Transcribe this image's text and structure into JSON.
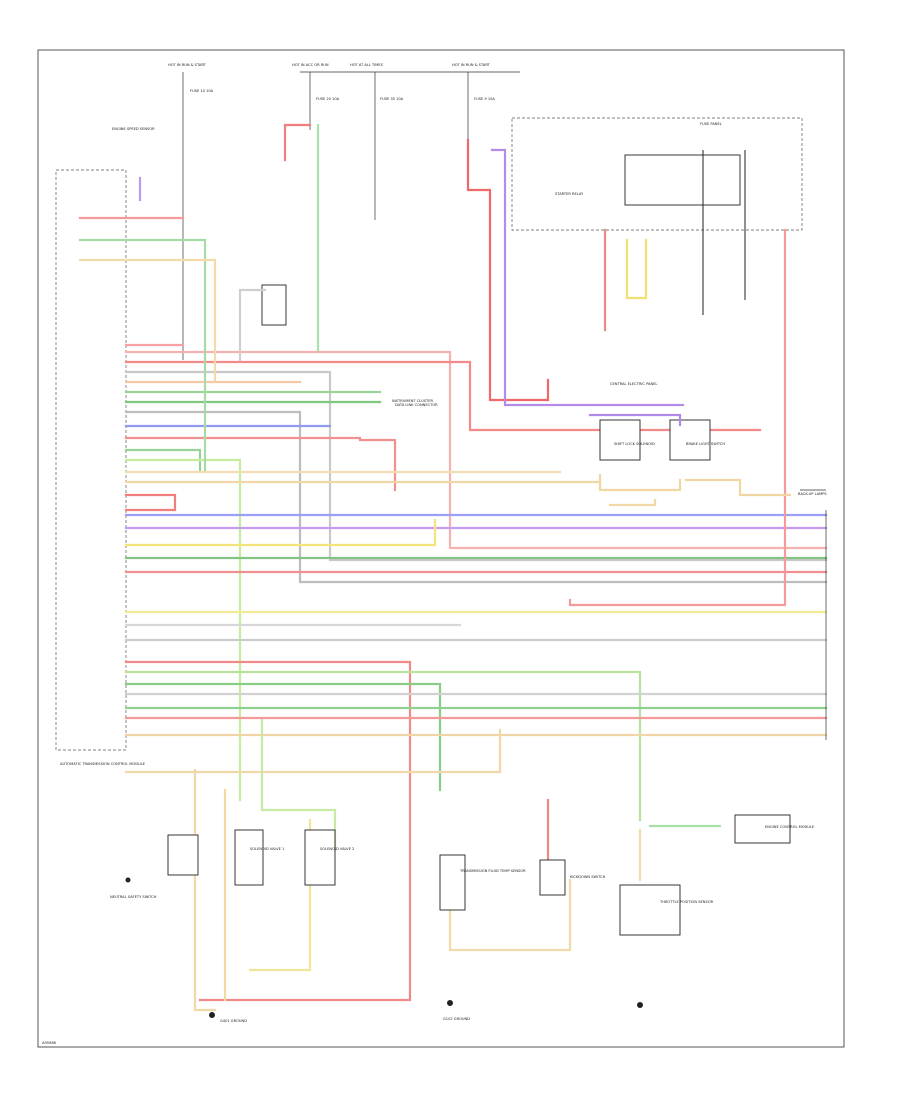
{
  "diagram": {
    "footer_code": "A95986",
    "labels": {
      "hot_top": [
        {
          "id": "hot1",
          "text": "HOT IN RUN & START"
        },
        {
          "id": "hot2",
          "text": "HOT IN ACC OR RUN"
        },
        {
          "id": "hot3",
          "text": "HOT AT ALL TIMES"
        },
        {
          "id": "hot4",
          "text": "HOT IN RUN & START"
        }
      ],
      "fuses": [
        {
          "id": "f1",
          "text": "FUSE 10 10A"
        },
        {
          "id": "f2",
          "text": "FUSE 20 10A"
        },
        {
          "id": "f3",
          "text": "FUSE 35 10A"
        },
        {
          "id": "f4",
          "text": "FUSE 9 10A"
        }
      ],
      "components": [
        {
          "id": "c_sensor",
          "text": "ENGINE SPEED SENSOR"
        },
        {
          "id": "c_ecu",
          "text": "AUTOMATIC TRANSMISSION CONTROL MODULE"
        },
        {
          "id": "c_fuse_panel",
          "text": "FUSE PANEL"
        },
        {
          "id": "c_neutral",
          "text": "NEUTRAL SAFETY SWITCH"
        },
        {
          "id": "c_dlc",
          "text": "DATA LINK CONNECTOR"
        },
        {
          "id": "c_starter",
          "text": "STARTER RELAY"
        },
        {
          "id": "c_shift_lock",
          "text": "SHIFT LOCK SOLENOID"
        },
        {
          "id": "c_kickdown",
          "text": "KICKDOWN SWITCH"
        },
        {
          "id": "c_brake",
          "text": "BRAKE LIGHT SWITCH"
        },
        {
          "id": "c_throttle",
          "text": "THROTTLE POSITION SENSOR"
        },
        {
          "id": "c_sol1",
          "text": "SOLENOID VALVE 1"
        },
        {
          "id": "c_sol2",
          "text": "SOLENOID VALVE 2"
        },
        {
          "id": "c_trans_sens",
          "text": "TRANSMISSION FLUID TEMP SENSOR"
        },
        {
          "id": "c_gnd1",
          "text": "G401 GROUND"
        },
        {
          "id": "c_gnd2",
          "text": "G102 GROUND"
        },
        {
          "id": "c_engine_ctrl",
          "text": "ENGINE CONTROL MODULE"
        },
        {
          "id": "c_inst",
          "text": "INSTRUMENT CLUSTER"
        },
        {
          "id": "c_reverse",
          "text": "BACK-UP LAMPS"
        },
        {
          "id": "c_relay_panel",
          "text": "CENTRAL ELECTRIC PANEL"
        }
      ]
    }
  }
}
